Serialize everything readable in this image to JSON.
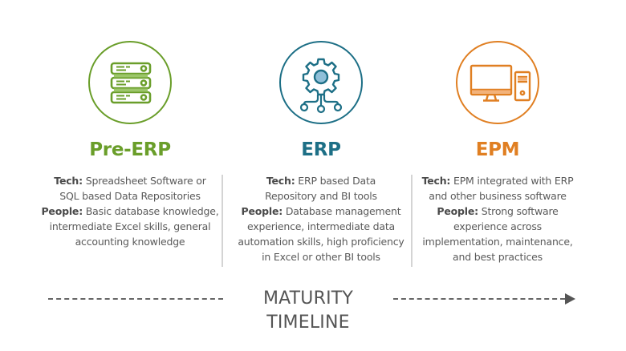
{
  "colors": {
    "pre_erp": "#6a9e2a",
    "erp": "#1d6f86",
    "epm": "#e07f22",
    "body_text": "#5a5a5a",
    "divider": "#d4d4d4",
    "timeline": "#555555"
  },
  "stages": [
    {
      "title": "Pre-ERP",
      "icon": "server-stack-icon",
      "tech_label": "Tech:",
      "tech_lines": [
        "Spreadsheet Software or",
        "SQL based Data Repositories"
      ],
      "people_label": "People:",
      "people_lines": [
        "Basic database knowledge,",
        "intermediate Excel skills, general",
        "accounting knowledge"
      ]
    },
    {
      "title": "ERP",
      "icon": "gear-network-icon",
      "tech_label": "Tech:",
      "tech_lines": [
        "ERP based Data",
        "Repository and BI tools"
      ],
      "people_label": "People:",
      "people_lines": [
        "Database management",
        "experience, intermediate data",
        "automation skills, high proficiency",
        "in Excel or other BI tools"
      ]
    },
    {
      "title": "EPM",
      "icon": "desktop-computer-icon",
      "tech_label": "Tech:",
      "tech_lines": [
        "EPM integrated with ERP",
        "and other business software"
      ],
      "people_label": "People:",
      "people_lines": [
        "Strong software",
        "experience across",
        "implementation, maintenance,",
        "and best practices"
      ]
    }
  ],
  "timeline": {
    "label": "MATURITY TIMELINE",
    "arrow": "arrow-right-icon"
  }
}
